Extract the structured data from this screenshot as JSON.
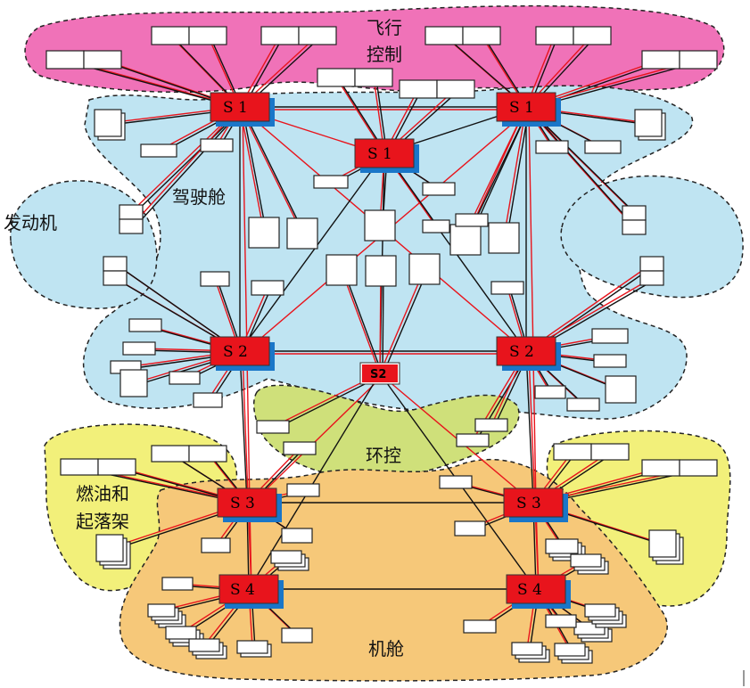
{
  "colors": {
    "flight_control": "#f072b8",
    "cockpit": "#bfe4f2",
    "engine": "#bfe4f2",
    "env_control": "#cfe07a",
    "fuel_gear": "#f2f07a",
    "cabin": "#f6c879",
    "switch_fill": "#e8141c",
    "switch_shadow": "#1a76c8",
    "link_red": "#e8141c",
    "link_black": "#111111"
  },
  "regions": {
    "flight_control_line1": "飞行",
    "flight_control_line2": "控制",
    "cockpit": "驾驶舱",
    "engine": "发动机",
    "env_control": "环控",
    "fuel_gear_line1": "燃油和",
    "fuel_gear_line2": "起落架",
    "cabin": "机舱"
  },
  "switches": {
    "s1_left": "S 1",
    "s1_center": "S 1",
    "s1_right": "S 1",
    "s2_left": "S 2",
    "s2_center": "S2",
    "s2_right": "S 2",
    "s3_left": "S 3",
    "s3_right": "S 3",
    "s4_left": "S 4",
    "s4_right": "S 4"
  }
}
